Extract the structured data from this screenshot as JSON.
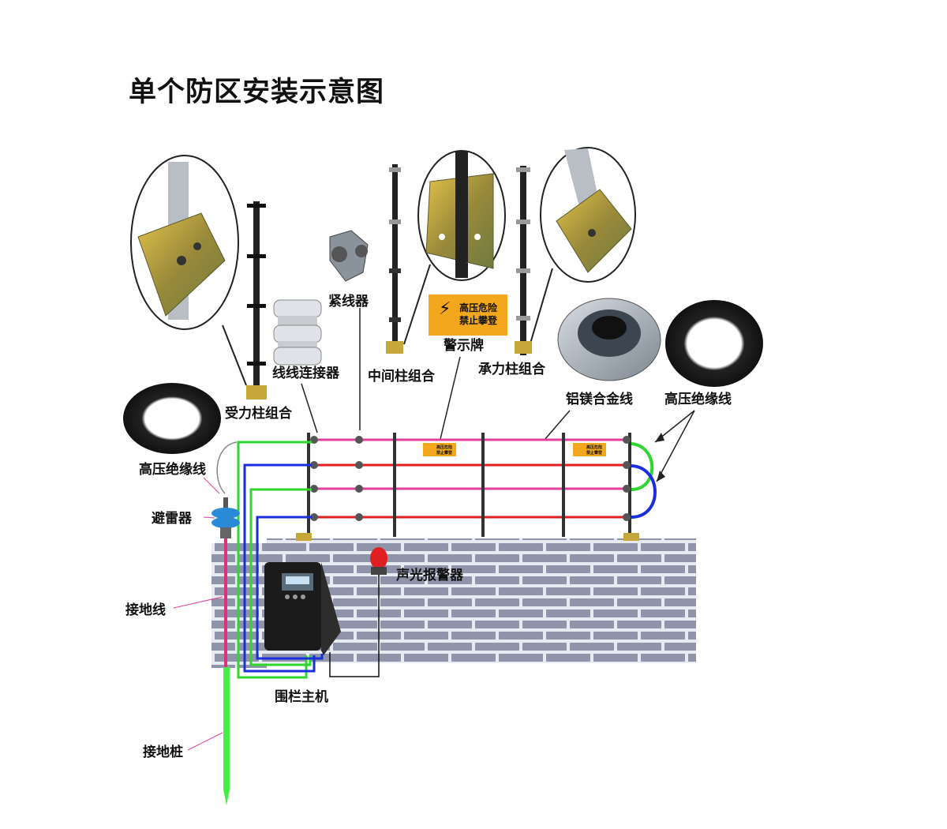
{
  "title": "单个防区安装示意图",
  "labels": {
    "stress_post_assembly": "受力柱组合",
    "wire_connector": "线线连接器",
    "tensioner": "紧线器",
    "middle_post_assembly": "中间柱组合",
    "warning_sign": "警示牌",
    "bearing_post_assembly": "承力柱组合",
    "alloy_wire": "铝镁合金线",
    "hv_insulated_wire_right": "高压绝缘线",
    "hv_insulated_wire_left": "高压绝缘线",
    "lightning_arrester": "避雷器",
    "ground_wire": "接地线",
    "ground_stake": "接地桩",
    "fence_host": "围栏主机",
    "alarm": "声光报警器"
  },
  "sign": {
    "line1": "高压危险",
    "line2": "禁止攀登"
  },
  "colors": {
    "pink_wire": "#e0409a",
    "red_wire": "#e02020",
    "green_wire": "#2ed62e",
    "blue_wire": "#1a2ee0",
    "ground_green": "#44ee44",
    "wall": "#b8bccd",
    "sign_bg": "#f3a71c"
  }
}
